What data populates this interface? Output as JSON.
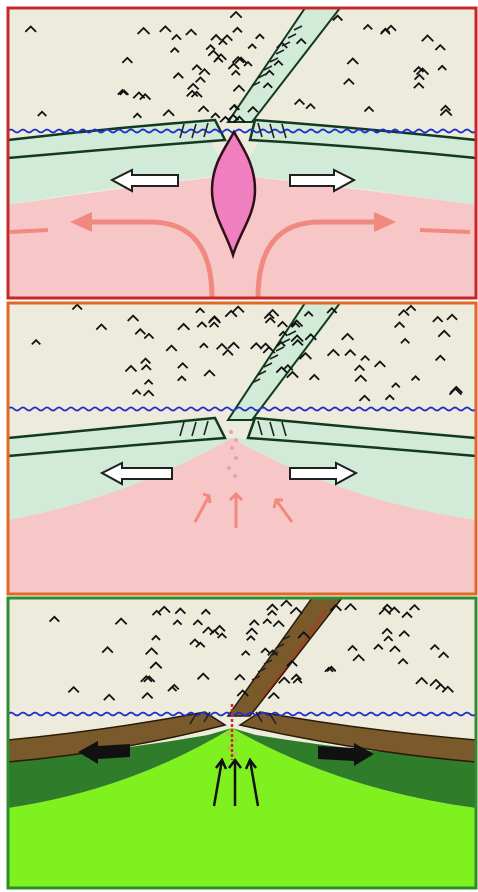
{
  "figure": {
    "panels": [
      {
        "id": "panel-1",
        "frame_color": "#c62828",
        "mantle_color": "#f7c6c6",
        "crust_color": "#d2ead8",
        "crust_stroke": "#123a1f",
        "sky_color": "#ecebdc",
        "water_line_color": "#2030c8",
        "arrow_fill": "#ffffff",
        "convection_color": "#f08a80",
        "magma_color": "#ef7fbf"
      },
      {
        "id": "panel-2",
        "frame_color": "#e06a25",
        "mantle_color": "#f7c6c6",
        "crust_color": "#d2ead8",
        "crust_stroke": "#123a1f",
        "sky_color": "#ecebdc",
        "water_line_color": "#2030c8",
        "arrow_fill": "#ffffff",
        "upwelling_color": "#f08a80"
      },
      {
        "id": "panel-3",
        "frame_color": "#2f8d2f",
        "mantle_color": "#7ef11e",
        "crust_color": "#7a5a2a",
        "lower_crust_color": "#2f7d2a",
        "sky_color": "#ecebdc",
        "water_line_color": "#2030c8",
        "arrow_fill": "#111111",
        "upwelling_color": "#111111",
        "dike_color": "#c03020"
      }
    ]
  }
}
